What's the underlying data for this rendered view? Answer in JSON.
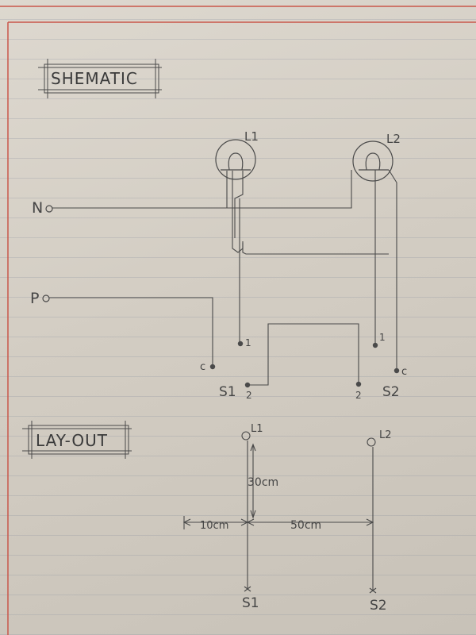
{
  "colors": {
    "margin_line": "#c9574a",
    "ink": "#4a4a4a",
    "paper": "#d6d1c8",
    "ruled_line": "#8c96a8"
  },
  "schematic": {
    "title": "SHEMATIC",
    "lamp_1": "L1",
    "lamp_2": "L2",
    "neutral": "N",
    "phase": "P",
    "switch_1": {
      "label": "S1",
      "common": "c",
      "terminal_1": "1",
      "terminal_2": "2"
    },
    "switch_2": {
      "label": "S2",
      "common": "c",
      "terminal_1": "1",
      "terminal_2": "2"
    }
  },
  "layout": {
    "title": "LAY-OUT",
    "lamp_1": "L1",
    "lamp_2": "L2",
    "switch_1": "S1",
    "switch_2": "S2",
    "dim_vertical": "30cm",
    "dim_left": "10cm",
    "dim_span": "50cm"
  }
}
